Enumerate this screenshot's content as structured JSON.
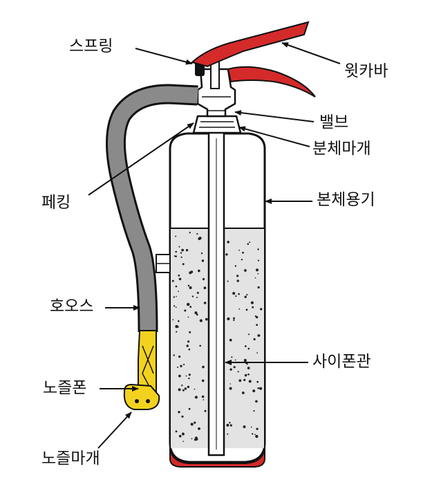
{
  "labels": {
    "spring": "스프링",
    "top_cover": "윗카바",
    "valve": "밸브",
    "body_cap": "분체마개",
    "packing": "페킹",
    "body_container": "본체용기",
    "hose": "호오스",
    "siphon_tube": "사이폰관",
    "nozzle_tip": "노즐폰",
    "nozzle_cap": "노즐마개"
  },
  "colors": {
    "red": "#d42a2a",
    "hose": "#8a8a8a",
    "yellow": "#f2d21e",
    "powder": "#e3e3e3",
    "outline": "#111111"
  }
}
